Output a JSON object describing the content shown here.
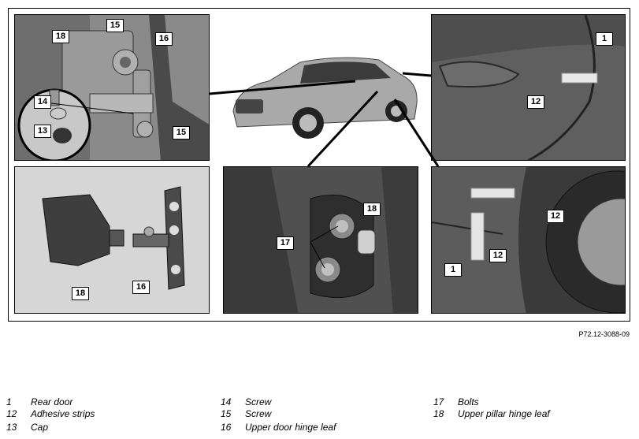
{
  "reference_code": "P72.12-3088-09",
  "callouts": {
    "p1": [
      "18",
      "15",
      "16",
      "14",
      "13",
      "15"
    ],
    "p2": [
      "1",
      "12"
    ],
    "p3": [
      "18",
      "16"
    ],
    "p4": [
      "18",
      "17"
    ],
    "p5": [
      "12",
      "12",
      "1"
    ]
  },
  "legend": [
    {
      "num": "1",
      "text": "Rear door"
    },
    {
      "num": "12",
      "text": "Adhesive strips"
    },
    {
      "num": "13",
      "text": "Cap"
    },
    {
      "num": "14",
      "text": "Screw"
    },
    {
      "num": "15",
      "text": "Screw"
    },
    {
      "num": "16",
      "text": "Upper door hinge leaf"
    },
    {
      "num": "17",
      "text": "Bolts"
    },
    {
      "num": "18",
      "text": "Upper pillar hinge leaf"
    }
  ],
  "colors": {
    "panel_dark": "#555555",
    "panel_light": "#d8d8d8",
    "car_silver": "#a9a9a9"
  }
}
